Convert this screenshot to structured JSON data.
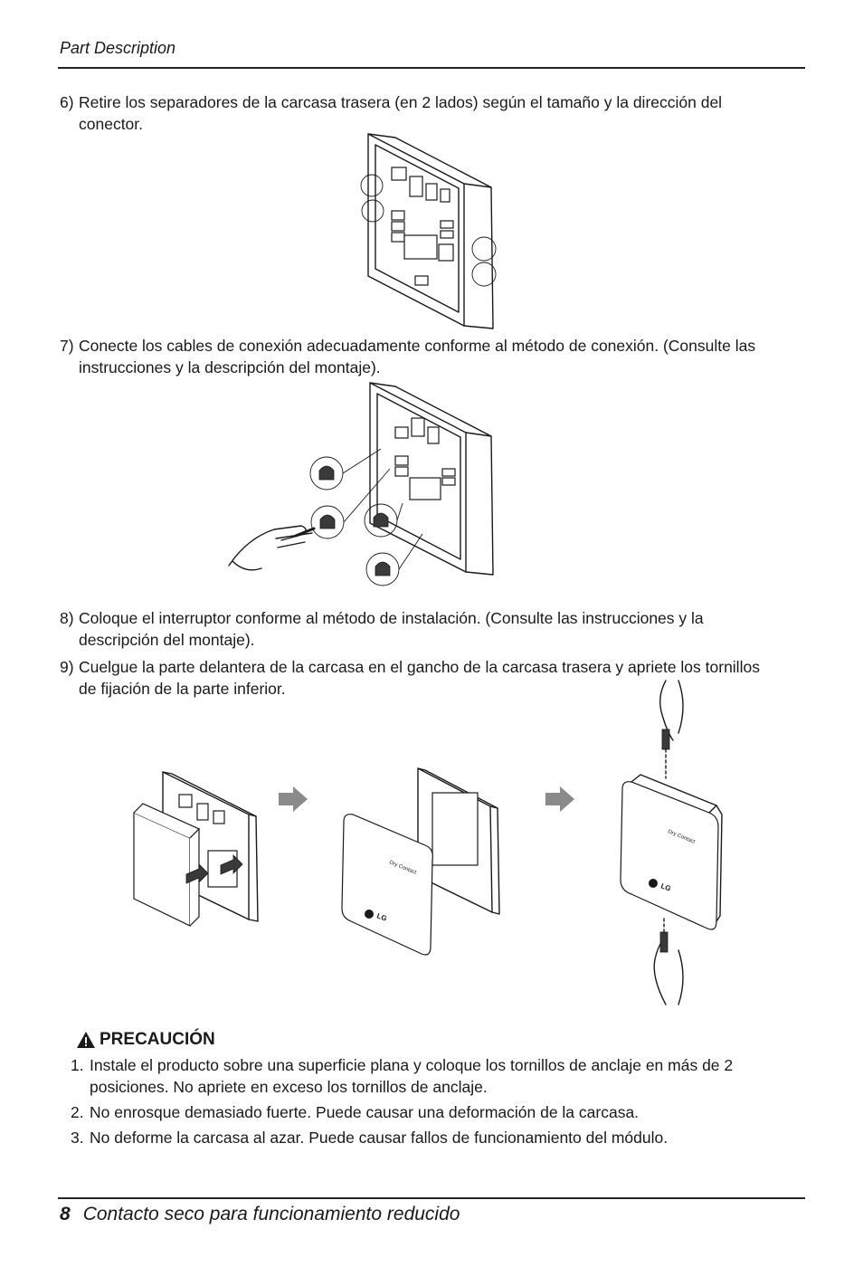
{
  "header": {
    "section": "Part Description"
  },
  "steps": [
    {
      "num": "6)",
      "line1": "Retire los separadores de la carcasa trasera (en 2 lados) según el tamaño y la dirección del",
      "line2": "conector."
    },
    {
      "num": "7)",
      "line1": "Conecte los cables de conexión adecuadamente conforme al método de conexión. (Consulte las",
      "line2": "instrucciones y la descripción del montaje)."
    },
    {
      "num": "8)",
      "line1": "Coloque el interruptor conforme al método de instalación. (Consulte las instrucciones y la",
      "line2": "descripción del montaje)."
    },
    {
      "num": "9)",
      "line1": "Cuelgue la parte delantera de la carcasa en el gancho de la carcasa trasera y apriete los tornillos",
      "line2": "de fijación de la parte inferior."
    }
  ],
  "figure_labels": {
    "product_text": "Dry Contact",
    "logo_text": "LG"
  },
  "caution": {
    "title": "PRECAUCIÓN",
    "items": [
      {
        "num": "1.",
        "line1": "Instale el producto sobre una superficie plana y coloque los tornillos de anclaje en más de 2",
        "line2": "posiciones. No apriete en exceso los tornillos de anclaje."
      },
      {
        "num": "2.",
        "line1": "No enrosque demasiado fuerte. Puede causar una deformación de la carcasa."
      },
      {
        "num": "3.",
        "line1": "No deforme la carcasa al azar. Puede causar fallos de funcionamiento del módulo."
      }
    ]
  },
  "footer": {
    "page_number": "8",
    "title": "Contacto seco para funcionamiento reducido"
  }
}
